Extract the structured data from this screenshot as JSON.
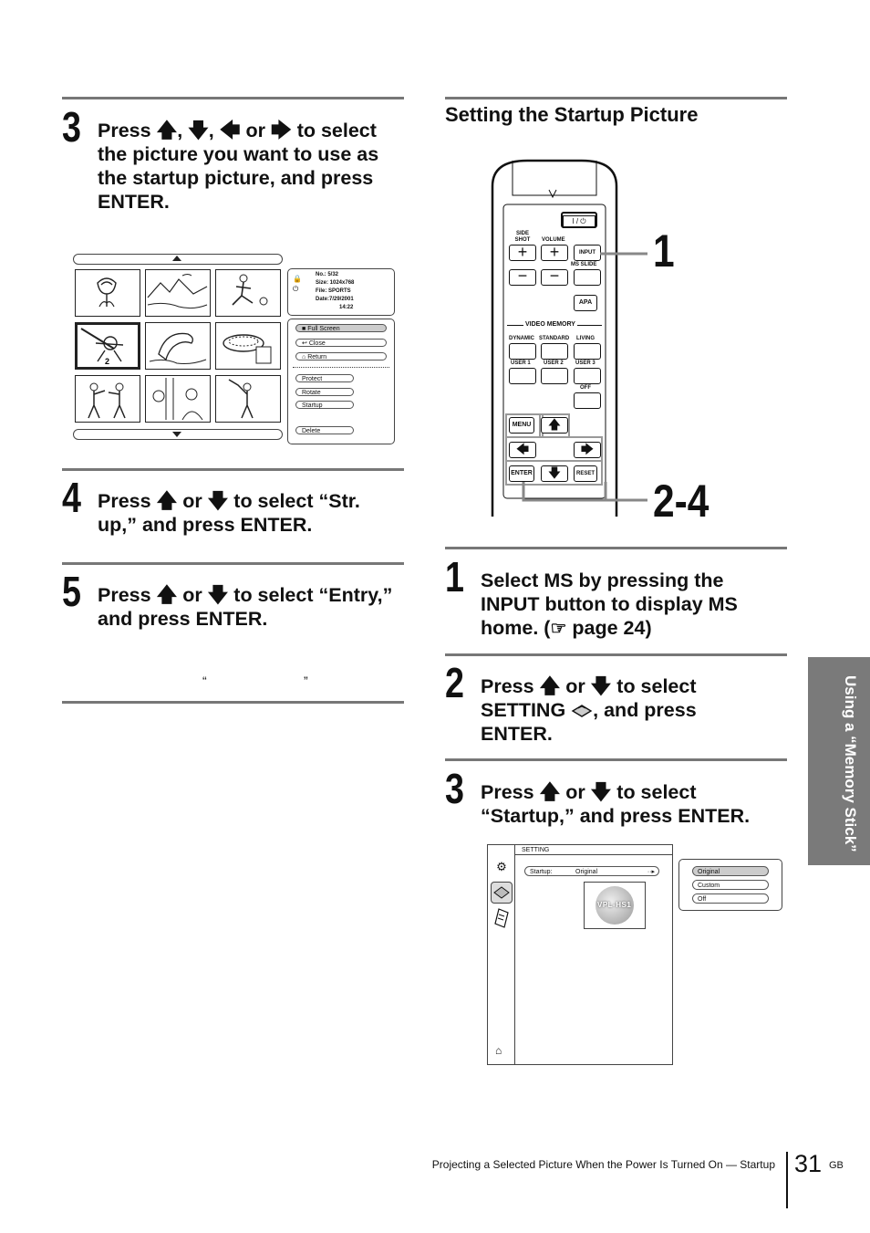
{
  "left": {
    "step3": {
      "num": "3",
      "text": "Press ↑, ↓, ← or → to select the picture you want to use as the startup picture, and press ENTER.",
      "line1": "Press",
      "comma1": ",",
      "comma2": ",",
      "or": "or",
      "line1b": "to select",
      "line2": "the picture you want to use as",
      "line3": "the startup picture, and press",
      "line4": "ENTER."
    },
    "info": {
      "no": "No.:  5/32",
      "size": "Size: 1024x768",
      "file": "File: SPORTS",
      "date": "Date:7/29/2001",
      "time": "14:22"
    },
    "menu": {
      "full_screen": "Full Screen",
      "close": "Close",
      "return": "Return",
      "protect": "Protect",
      "rotate": "Rotate",
      "startup": "Startup",
      "delete": "Delete"
    },
    "step4": {
      "num": "4",
      "a": "Press",
      "or": "or",
      "b": "to select “Str.",
      "c": "up,” and press ENTER."
    },
    "step5": {
      "num": "5",
      "a": "Press",
      "or": "or",
      "b": "to select “Entry,”",
      "c": "and press ENTER."
    },
    "quote_open": "“",
    "quote_close": "”"
  },
  "right": {
    "heading": "Setting the Startup Picture",
    "remote": {
      "side_shot": "SIDE SHOT",
      "volume": "VOLUME",
      "input": "INPUT",
      "ms_slide": "MS SLIDE",
      "apa": "APA",
      "video_memory": "VIDEO MEMORY",
      "dynamic": "DYNAMIC",
      "standard": "STANDARD",
      "living": "LIVING",
      "user1": "USER 1",
      "user2": "USER 2",
      "user3": "USER 3",
      "off": "OFF",
      "menu": "MENU",
      "enter": "ENTER",
      "reset": "RESET",
      "power": "I / ⏻",
      "callout1": "1",
      "callout2": "2-4"
    },
    "step1": {
      "num": "1",
      "a": "Select MS by pressing the",
      "b": "INPUT button to display MS",
      "c": "home. (",
      "d": "page 24)"
    },
    "step2": {
      "num": "2",
      "a": "Press",
      "or": "or",
      "b": "to select",
      "c": "SETTING",
      "d": ", and press",
      "e": "ENTER."
    },
    "step3": {
      "num": "3",
      "a": "Press",
      "or": "or",
      "b": "to select",
      "c": "“Startup,” and press ENTER."
    },
    "setting": {
      "title": "SETTING",
      "startup_label": "Startup:",
      "startup_value": "Original",
      "logo": "VPL-HS1",
      "options": [
        "Original",
        "Custom",
        "Off"
      ]
    }
  },
  "side_tab": {
    "text": "Using a “Memory Stick”"
  },
  "footer": {
    "caption": "Projecting a Selected Picture When the Power Is Turned On — Startup",
    "page": "31",
    "region": "GB"
  },
  "colors": {
    "rule": "#777777",
    "tab_bg": "#7a7a7a",
    "tab_text": "#ffffff"
  }
}
